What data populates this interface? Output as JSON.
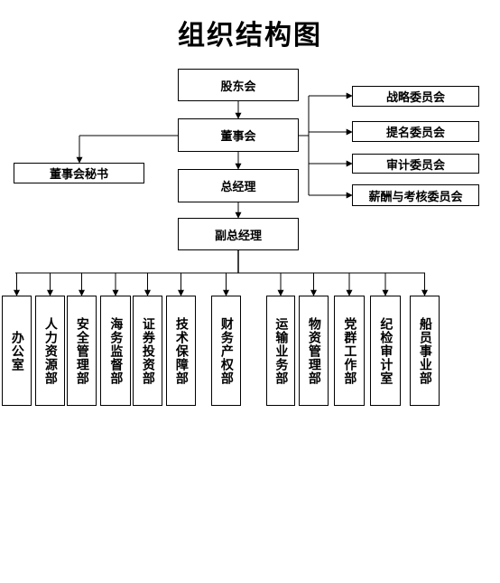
{
  "title": "组织结构图",
  "top_chain": [
    {
      "id": "shareholders",
      "label": "股东会"
    },
    {
      "id": "board",
      "label": "董事会"
    },
    {
      "id": "gm",
      "label": "总经理"
    },
    {
      "id": "vgm",
      "label": "副总经理"
    }
  ],
  "board_secretary": "董事会秘书",
  "committees": [
    "战略委员会",
    "提名委员会",
    "审计委员会",
    "薪酬与考核委员会"
  ],
  "departments": [
    {
      "col1": "办公室",
      "col2": ""
    },
    {
      "col1": "人力资源部",
      "col2": ""
    },
    {
      "col1": "安全管理部",
      "col2": ""
    },
    {
      "col1": "海务监督部",
      "col2": ""
    },
    {
      "col1": "证券投资部",
      "col2": ""
    },
    {
      "col1": "技术保障部",
      "col2": ""
    },
    {
      "col1": "财务产权部",
      "col2": ""
    },
    {
      "col1": "运输业务部",
      "col2": ""
    },
    {
      "col1": "物资管理部",
      "col2": ""
    },
    {
      "col1": "党群工作部",
      "col2": ""
    },
    {
      "col1": "纪检审计室",
      "col2": ""
    },
    {
      "col1": "船员事业部",
      "col2": ""
    }
  ]
}
